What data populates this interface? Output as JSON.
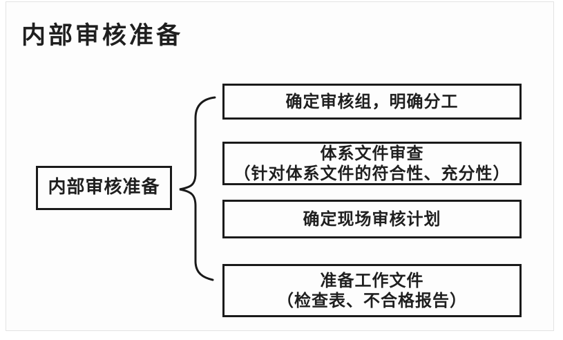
{
  "page": {
    "title": "内部审核准备"
  },
  "diagram": {
    "root_label": "内部审核准备",
    "branches": [
      {
        "lines": [
          "确定审核组，明确分工"
        ]
      },
      {
        "lines": [
          "体系文件审查",
          "（针对体系文件的符合性、充分性）"
        ]
      },
      {
        "lines": [
          "确定现场审核计划"
        ]
      },
      {
        "lines": [
          "准备工作文件",
          "（检查表、不合格报告）"
        ]
      }
    ],
    "colors": {
      "box_border": "#1a1a1a",
      "text": "#1f1f1f",
      "background": "#fdfdfd",
      "frame_border": "#e3e3e3"
    }
  }
}
